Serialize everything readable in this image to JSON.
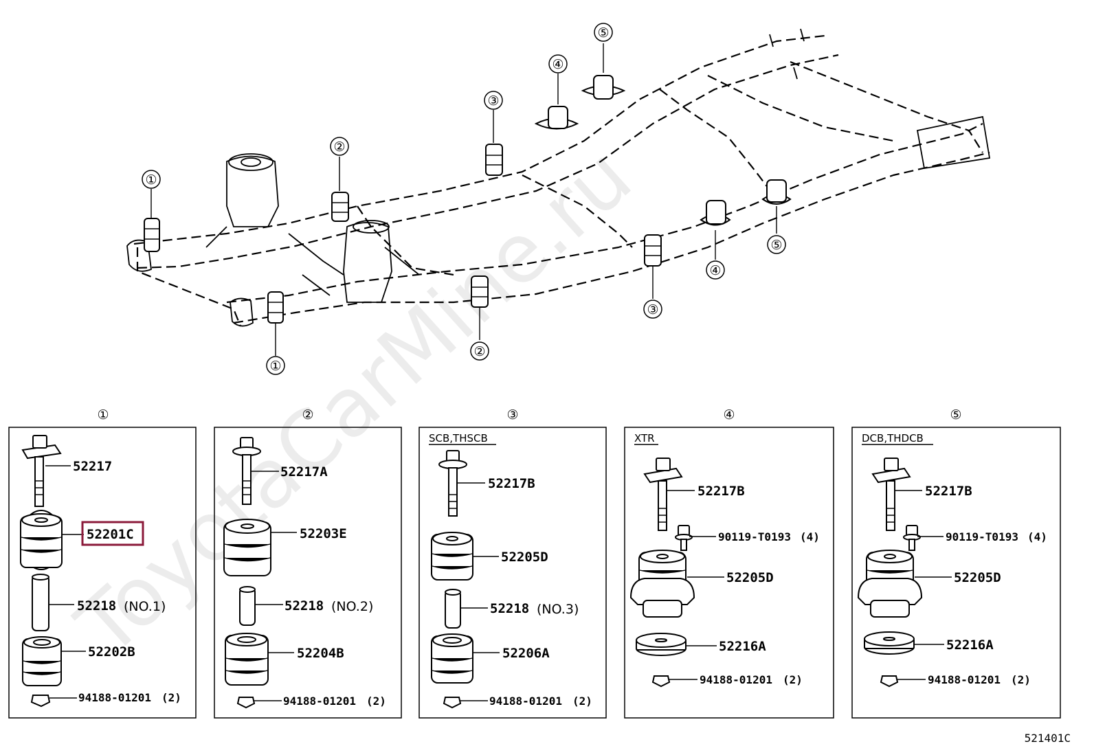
{
  "watermark": "ToyotaCarMine.ru",
  "diagram_code": "521401C",
  "callout_numbers": [
    "①",
    "②",
    "③",
    "④",
    "⑤"
  ],
  "overview_callouts": [
    {
      "id": "c1a",
      "label": "①"
    },
    {
      "id": "c1b",
      "label": "①"
    },
    {
      "id": "c2a",
      "label": "②"
    },
    {
      "id": "c2b",
      "label": "②"
    },
    {
      "id": "c3a",
      "label": "③"
    },
    {
      "id": "c3b",
      "label": "③"
    },
    {
      "id": "c4a",
      "label": "④"
    },
    {
      "id": "c4b",
      "label": "④"
    },
    {
      "id": "c5a",
      "label": "⑤"
    },
    {
      "id": "c5b",
      "label": "⑤"
    }
  ],
  "panels": [
    {
      "number": "①",
      "caption": "",
      "parts": [
        "52217",
        "52201C",
        "52218",
        "52202B",
        "94188-01201"
      ],
      "qty": {
        "52218": "(NO.1)",
        "94188-01201": "(2)"
      }
    },
    {
      "number": "②",
      "caption": "",
      "parts": [
        "52217A",
        "52203E",
        "52218",
        "52204B",
        "94188-01201"
      ],
      "qty": {
        "52218": "(NO.2)",
        "94188-01201": "(2)"
      }
    },
    {
      "number": "③",
      "caption": "SCB,THSCB",
      "parts": [
        "52217B",
        "52205D",
        "52218",
        "52206A",
        "94188-01201"
      ],
      "qty": {
        "52218": "(NO.3)",
        "94188-01201": "(2)"
      }
    },
    {
      "number": "④",
      "caption": "XTR",
      "parts": [
        "52217B",
        "90119-T0193",
        "52205D",
        "52216A",
        "94188-01201"
      ],
      "qty": {
        "90119-T0193": "(4)",
        "94188-01201": "(2)"
      }
    },
    {
      "number": "⑤",
      "caption": "DCB,THDCB",
      "parts": [
        "52217B",
        "90119-T0193",
        "52205D",
        "52216A",
        "94188-01201"
      ],
      "qty": {
        "90119-T0193": "(4)",
        "94188-01201": "(2)"
      }
    }
  ],
  "highlighted_part": "52201C",
  "colors": {
    "line": "#000000",
    "highlight": "#8b1a3a",
    "background": "#ffffff"
  }
}
